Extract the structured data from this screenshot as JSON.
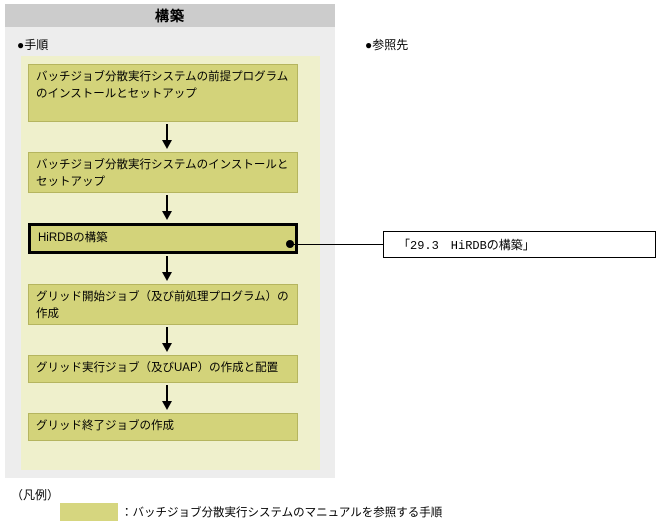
{
  "panel": {
    "title": "構築",
    "procedure_label": "●手順",
    "reference_label": "●参照先"
  },
  "flow": {
    "steps": [
      {
        "text": "バッチジョブ分散実行システムの前提プログラムのインストールとセットアップ",
        "emphasis": false
      },
      {
        "text": "バッチジョブ分散実行システムのインストールとセットアップ",
        "emphasis": false
      },
      {
        "text": "HiRDBの構築",
        "emphasis": true
      },
      {
        "text": "グリッド開始ジョブ（及び前処理プログラム）の作成",
        "emphasis": false
      },
      {
        "text": "グリッド実行ジョブ（及びUAP）の作成と配置",
        "emphasis": false
      },
      {
        "text": "グリッド終了ジョブの作成",
        "emphasis": false
      }
    ],
    "arrow_count": 5,
    "box_fill": "#d3d37a",
    "column_fill": "#eff0cc",
    "panel_fill": "#ededed",
    "title_fill": "#cccccc"
  },
  "reference": {
    "text": "「29.3　HiRDBの構築」"
  },
  "legend": {
    "title": "（凡例）",
    "swatch_color": "#d6d67f",
    "description": "：バッチジョブ分散実行システムのマニュアルを参照する手順"
  }
}
